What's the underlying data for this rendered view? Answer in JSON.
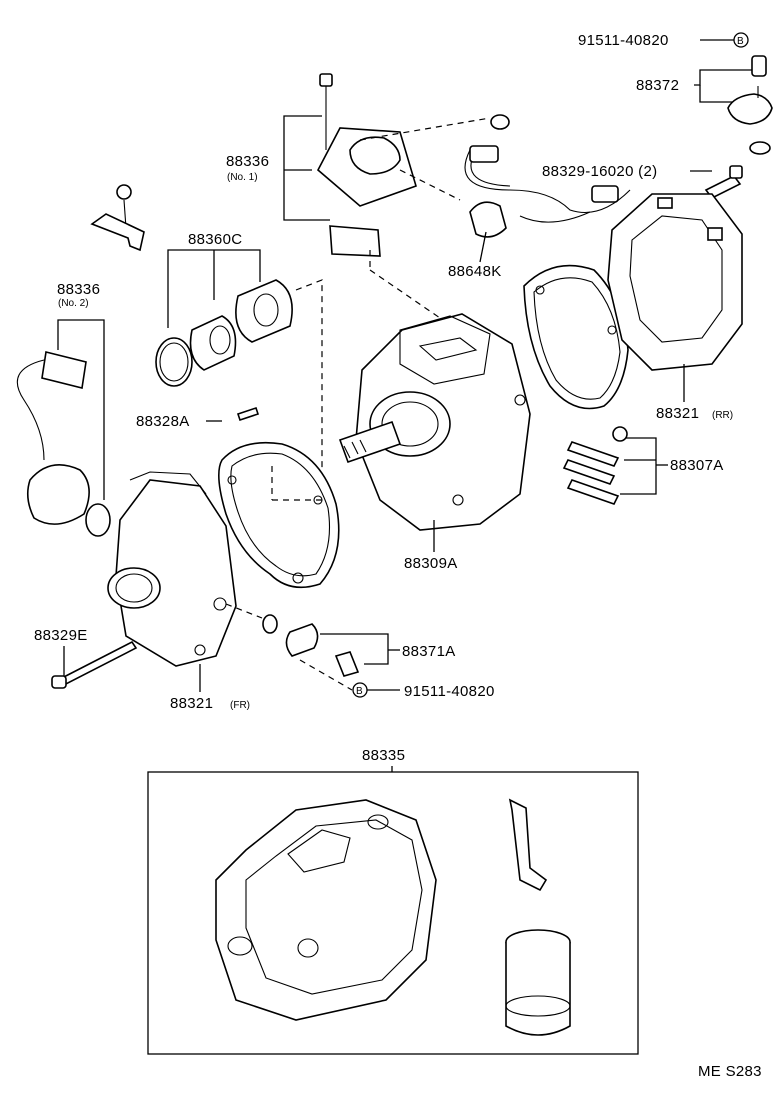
{
  "labels": {
    "p91511_top": "91511-40820",
    "p88372": "88372",
    "p88336_no1": "88336",
    "no1": "(No. 1)",
    "p88329_16020": "88329-16020 (2)",
    "p88360c": "88360C",
    "p88648k": "88648K",
    "p88336_no2": "88336",
    "no2": "(No. 2)",
    "p88328a": "88328A",
    "p88321_rr": "88321",
    "rr": "(RR)",
    "p88307a": "88307A",
    "p88309a": "88309A",
    "p88329e": "88329E",
    "p88371a": "88371A",
    "p91511_bottom": "91511-40820",
    "p88321_fr": "88321",
    "fr": "(FR)",
    "p88335": "88335",
    "diagram_code": "ME S283",
    "b_badge": "B"
  },
  "colors": {
    "ink": "#000000",
    "paper": "#ffffff"
  }
}
